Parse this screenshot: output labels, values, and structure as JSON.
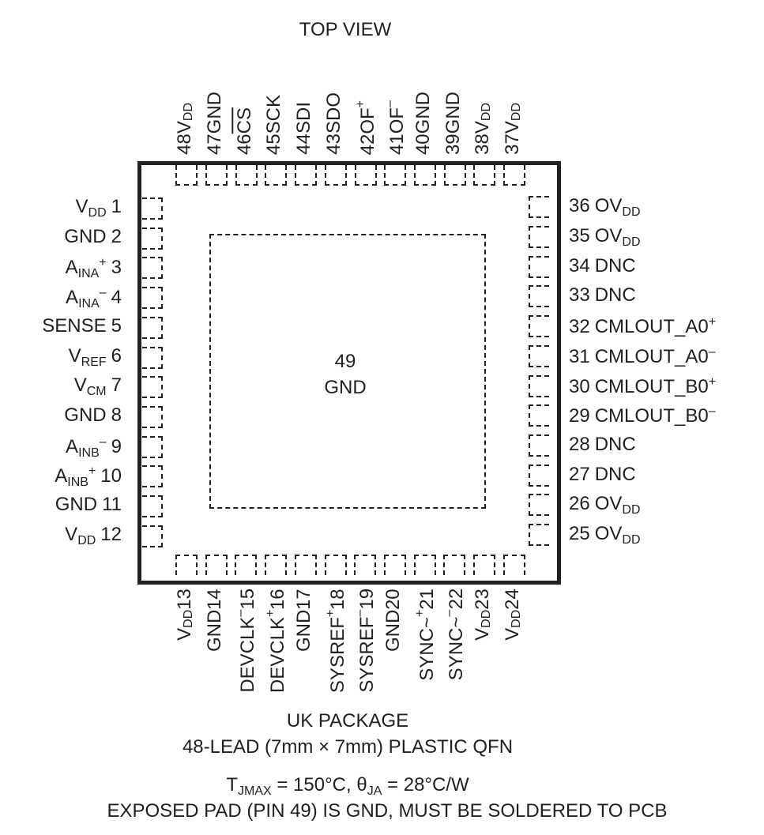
{
  "title": "TOP VIEW",
  "exposed_pad": {
    "number": "49",
    "name": "GND"
  },
  "pins_left": [
    {
      "num": "1",
      "label": [
        [
          "V",
          ""
        ],
        [
          "DD",
          "sub"
        ]
      ]
    },
    {
      "num": "2",
      "label": [
        [
          "GND",
          ""
        ]
      ]
    },
    {
      "num": "3",
      "label": [
        [
          "A",
          ""
        ],
        [
          "INA",
          "sub"
        ],
        [
          "+",
          "sup"
        ]
      ]
    },
    {
      "num": "4",
      "label": [
        [
          "A",
          ""
        ],
        [
          "INA",
          "sub"
        ],
        [
          "–",
          "sup"
        ]
      ]
    },
    {
      "num": "5",
      "label": [
        [
          "SENSE",
          ""
        ]
      ]
    },
    {
      "num": "6",
      "label": [
        [
          "V",
          ""
        ],
        [
          "REF",
          "sub"
        ]
      ]
    },
    {
      "num": "7",
      "label": [
        [
          "V",
          ""
        ],
        [
          "CM",
          "sub"
        ]
      ]
    },
    {
      "num": "8",
      "label": [
        [
          "GND",
          ""
        ]
      ]
    },
    {
      "num": "9",
      "label": [
        [
          "A",
          ""
        ],
        [
          "INB",
          "sub"
        ],
        [
          "–",
          "sup"
        ]
      ]
    },
    {
      "num": "10",
      "label": [
        [
          "A",
          ""
        ],
        [
          "INB",
          "sub"
        ],
        [
          "+",
          "sup"
        ]
      ]
    },
    {
      "num": "11",
      "label": [
        [
          "GND",
          ""
        ]
      ]
    },
    {
      "num": "12",
      "label": [
        [
          "V",
          ""
        ],
        [
          "DD",
          "sub"
        ]
      ]
    }
  ],
  "pins_bottom": [
    {
      "num": "13",
      "label": [
        [
          "V",
          ""
        ],
        [
          "DD",
          "sub"
        ]
      ]
    },
    {
      "num": "14",
      "label": [
        [
          "GND",
          ""
        ]
      ]
    },
    {
      "num": "15",
      "label": [
        [
          "DEVCLK",
          ""
        ],
        [
          "–",
          "sup"
        ]
      ]
    },
    {
      "num": "16",
      "label": [
        [
          "DEVCLK",
          ""
        ],
        [
          "+",
          "sup"
        ]
      ]
    },
    {
      "num": "17",
      "label": [
        [
          "GND",
          ""
        ]
      ]
    },
    {
      "num": "18",
      "label": [
        [
          "SYSREF",
          ""
        ],
        [
          "+",
          "sup"
        ]
      ]
    },
    {
      "num": "19",
      "label": [
        [
          "SYSREF",
          ""
        ],
        [
          "–",
          "sup"
        ]
      ]
    },
    {
      "num": "20",
      "label": [
        [
          "GND",
          ""
        ]
      ]
    },
    {
      "num": "21",
      "label": [
        [
          "SYNC~",
          ""
        ],
        [
          "+",
          "sup"
        ]
      ]
    },
    {
      "num": "22",
      "label": [
        [
          "SYNC~",
          ""
        ],
        [
          "–",
          "sup"
        ]
      ]
    },
    {
      "num": "23",
      "label": [
        [
          "V",
          ""
        ],
        [
          "DD",
          "sub"
        ]
      ]
    },
    {
      "num": "24",
      "label": [
        [
          "V",
          ""
        ],
        [
          "DD",
          "sub"
        ]
      ]
    }
  ],
  "pins_right": [
    {
      "num": "25",
      "label": [
        [
          "OV",
          ""
        ],
        [
          "DD",
          "sub"
        ]
      ]
    },
    {
      "num": "26",
      "label": [
        [
          "OV",
          ""
        ],
        [
          "DD",
          "sub"
        ]
      ]
    },
    {
      "num": "27",
      "label": [
        [
          "DNC",
          ""
        ]
      ]
    },
    {
      "num": "28",
      "label": [
        [
          "DNC",
          ""
        ]
      ]
    },
    {
      "num": "29",
      "label": [
        [
          "CMLOUT_B0",
          ""
        ],
        [
          "–",
          "sup"
        ]
      ]
    },
    {
      "num": "30",
      "label": [
        [
          "CMLOUT_B0",
          ""
        ],
        [
          "+",
          "sup"
        ]
      ]
    },
    {
      "num": "31",
      "label": [
        [
          "CMLOUT_A0",
          ""
        ],
        [
          "–",
          "sup"
        ]
      ]
    },
    {
      "num": "32",
      "label": [
        [
          "CMLOUT_A0",
          ""
        ],
        [
          "+",
          "sup"
        ]
      ]
    },
    {
      "num": "33",
      "label": [
        [
          "DNC",
          ""
        ]
      ]
    },
    {
      "num": "34",
      "label": [
        [
          "DNC",
          ""
        ]
      ]
    },
    {
      "num": "35",
      "label": [
        [
          "OV",
          ""
        ],
        [
          "DD",
          "sub"
        ]
      ]
    },
    {
      "num": "36",
      "label": [
        [
          "OV",
          ""
        ],
        [
          "DD",
          "sub"
        ]
      ]
    }
  ],
  "pins_top": [
    {
      "num": "37",
      "label": [
        [
          "V",
          ""
        ],
        [
          "DD",
          "sub"
        ]
      ]
    },
    {
      "num": "38",
      "label": [
        [
          "V",
          ""
        ],
        [
          "DD",
          "sub"
        ]
      ]
    },
    {
      "num": "39",
      "label": [
        [
          "GND",
          ""
        ]
      ]
    },
    {
      "num": "40",
      "label": [
        [
          "GND",
          ""
        ]
      ]
    },
    {
      "num": "41",
      "label": [
        [
          "OF",
          ""
        ],
        [
          "–",
          "sup"
        ]
      ]
    },
    {
      "num": "42",
      "label": [
        [
          "OF",
          ""
        ],
        [
          "+",
          "sup"
        ]
      ]
    },
    {
      "num": "43",
      "label": [
        [
          "SDO",
          ""
        ]
      ]
    },
    {
      "num": "44",
      "label": [
        [
          "SDI",
          ""
        ]
      ]
    },
    {
      "num": "45",
      "label": [
        [
          "SCK",
          ""
        ]
      ]
    },
    {
      "num": "46",
      "label": [
        [
          "CS",
          "over"
        ]
      ]
    },
    {
      "num": "47",
      "label": [
        [
          "GND",
          ""
        ]
      ]
    },
    {
      "num": "48",
      "label": [
        [
          "V",
          ""
        ],
        [
          "DD",
          "sub"
        ]
      ]
    }
  ],
  "footer": {
    "package": "UK PACKAGE",
    "lead": "48-LEAD (7mm × 7mm) PLASTIC QFN",
    "thermal": [
      [
        "T",
        ""
      ],
      [
        "JMAX",
        "sub"
      ],
      [
        " = 150°C, θ",
        ""
      ],
      [
        "JA",
        "sub"
      ],
      [
        " = 28°C/W",
        ""
      ]
    ],
    "note": "EXPOSED PAD (PIN 49) IS GND, MUST BE SOLDERED TO PCB"
  }
}
